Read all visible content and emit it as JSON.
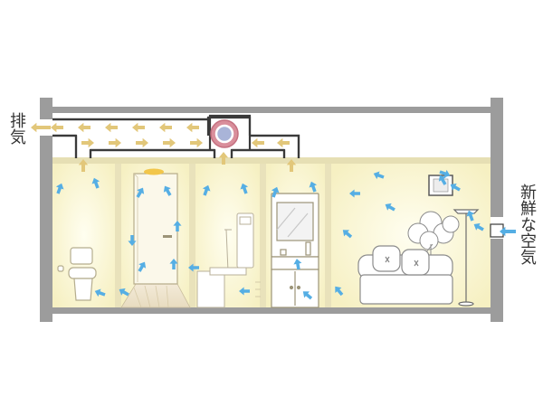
{
  "labels": {
    "exhaust": "排気",
    "fresh_air": "新鮮な空気"
  },
  "colors": {
    "wall": "#9c9c9c",
    "duct_stroke": "#3a3a3a",
    "supply_arrow": "#55aee4",
    "exhaust_arrow": "#e2c77a",
    "fan_ring": "#d98e9b",
    "fan_center": "#a9b4d8",
    "room_glow": "#fbf7d4",
    "beam": "#e6dfb4"
  },
  "icons": {
    "fan": "ventilation-fan-icon",
    "toilet": "toilet-icon",
    "door": "door-icon",
    "vanity": "vanity-icon",
    "sofa": "sofa-icon",
    "lamp": "floor-lamp-icon",
    "plant": "plant-icon",
    "frame": "picture-frame-icon",
    "water_heater": "water-heater-icon"
  },
  "rooms": [
    "toilet",
    "corridor",
    "bathroom",
    "washroom",
    "living-room"
  ]
}
